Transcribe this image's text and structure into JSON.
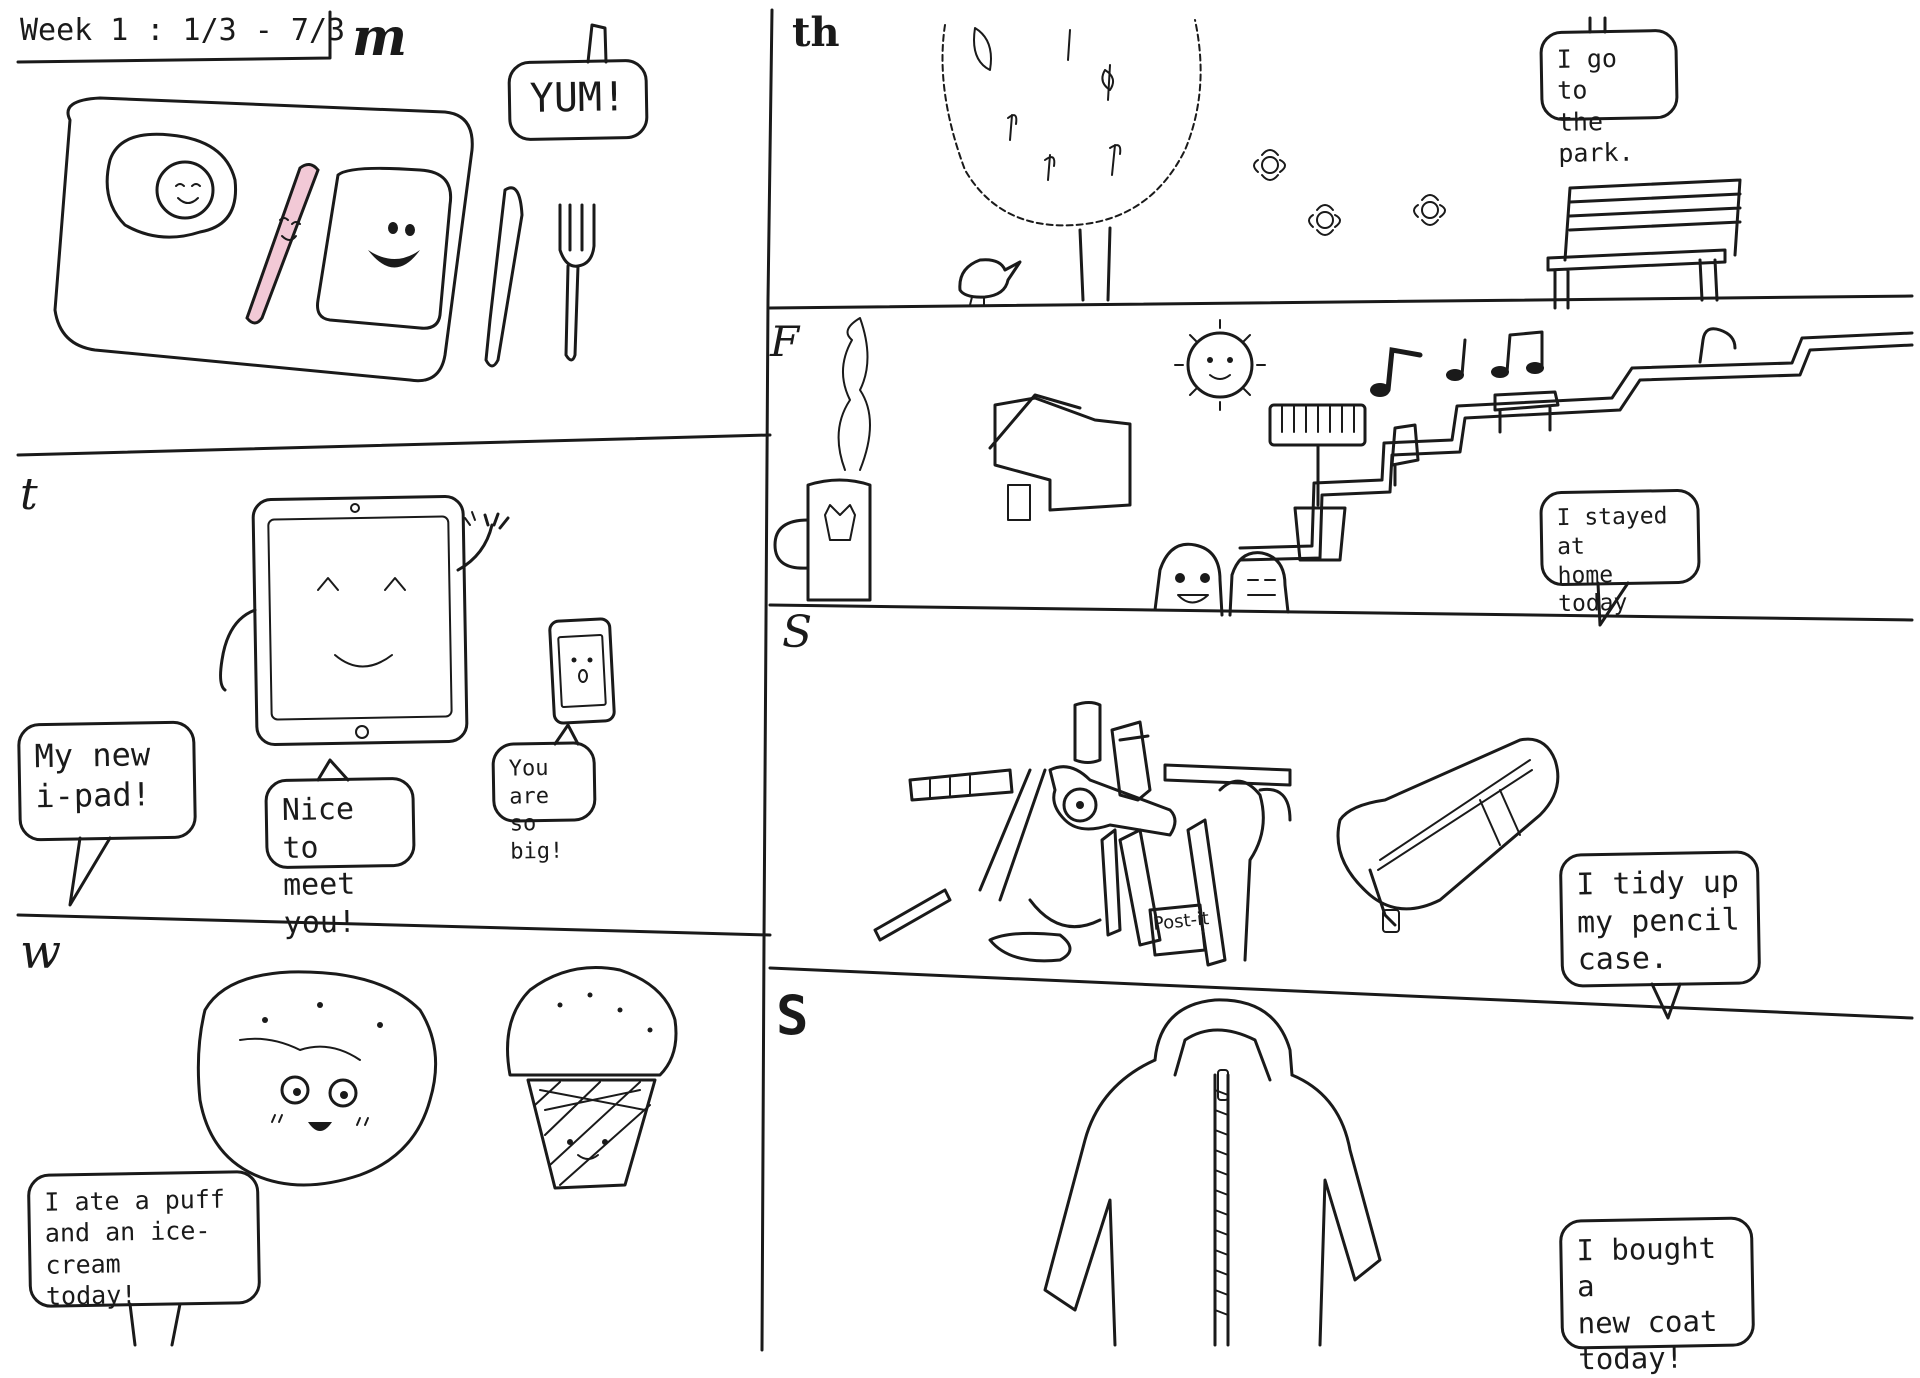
{
  "header": {
    "week_label": "Week 1 : 1/3 - 7/3"
  },
  "days": {
    "monday": "m",
    "tuesday": "t",
    "wednesday": "w",
    "thursday": "th",
    "friday": "F",
    "saturday": "S",
    "sunday": "S"
  },
  "bubbles": {
    "yum": "YUM!",
    "new_ipad": "My new\ni-pad!",
    "nice_to_meet": "Nice to\nmeet you!",
    "so_big": "You are\nso big!",
    "puff": "I ate a puff\nand an ice-cream\ntoday!",
    "park": "I go to\nthe park.",
    "stayed_home": "I stayed at\nhome today",
    "tidy": "I tidy up\nmy pencil\ncase.",
    "coat": "I bought a\nnew coat\ntoday!"
  },
  "labels": {
    "postit": "Post-it"
  },
  "colors": {
    "ink": "#1a1a1a",
    "sausage": "#f2c9d6",
    "paper": "#ffffff"
  }
}
